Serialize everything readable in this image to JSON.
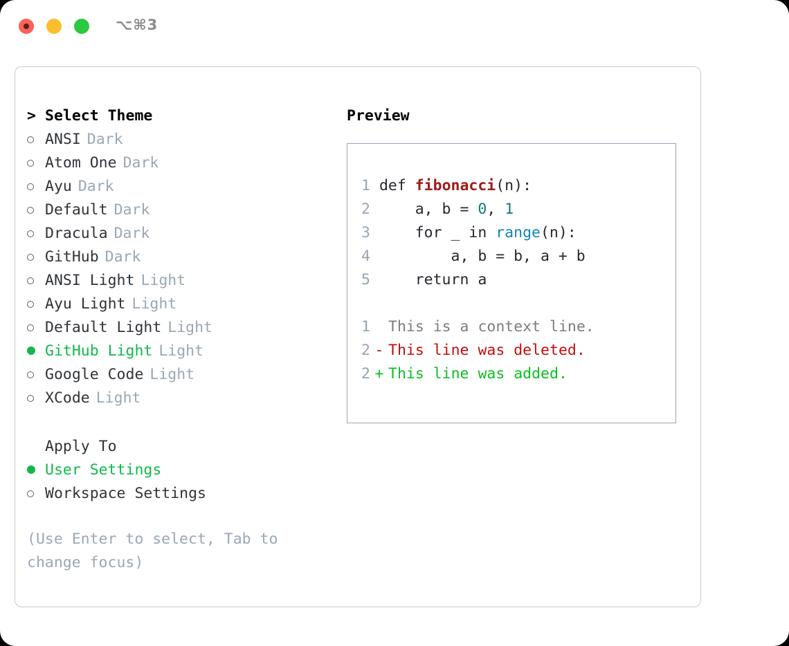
{
  "window": {
    "title_shortcut": "⌥⌘3",
    "traffic_lights": [
      "close",
      "minimize",
      "maximize"
    ]
  },
  "theme_list": {
    "header": "Select Theme",
    "caret": ">",
    "items": [
      {
        "name": "ANSI",
        "tag": "Dark",
        "selected": false
      },
      {
        "name": "Atom One",
        "tag": "Dark",
        "selected": false
      },
      {
        "name": "Ayu",
        "tag": "Dark",
        "selected": false
      },
      {
        "name": "Default",
        "tag": "Dark",
        "selected": false
      },
      {
        "name": "Dracula",
        "tag": "Dark",
        "selected": false
      },
      {
        "name": "GitHub",
        "tag": "Dark",
        "selected": false
      },
      {
        "name": "ANSI Light",
        "tag": "Light",
        "selected": false
      },
      {
        "name": "Ayu Light",
        "tag": "Light",
        "selected": false
      },
      {
        "name": "Default Light",
        "tag": "Light",
        "selected": false
      },
      {
        "name": "GitHub Light",
        "tag": "Light",
        "selected": true
      },
      {
        "name": "Google Code",
        "tag": "Light",
        "selected": false
      },
      {
        "name": "XCode",
        "tag": "Light",
        "selected": false
      }
    ]
  },
  "apply_to": {
    "header": "Apply To",
    "options": [
      {
        "label": "User Settings",
        "selected": true
      },
      {
        "label": "Workspace Settings",
        "selected": false
      }
    ]
  },
  "hint": "(Use Enter to select, Tab to change focus)",
  "preview": {
    "title": "Preview",
    "code_lines": [
      {
        "num": "1",
        "tokens": [
          {
            "t": "def ",
            "c": "plain"
          },
          {
            "t": "fibonacci",
            "c": "fn"
          },
          {
            "t": "(n):",
            "c": "plain"
          }
        ]
      },
      {
        "num": "2",
        "tokens": [
          {
            "t": "    a, b = ",
            "c": "plain"
          },
          {
            "t": "0",
            "c": "num"
          },
          {
            "t": ", ",
            "c": "plain"
          },
          {
            "t": "1",
            "c": "num"
          }
        ]
      },
      {
        "num": "3",
        "tokens": [
          {
            "t": "    for _ in ",
            "c": "plain"
          },
          {
            "t": "range",
            "c": "kw"
          },
          {
            "t": "(n):",
            "c": "plain"
          }
        ]
      },
      {
        "num": "4",
        "tokens": [
          {
            "t": "        a, b = b, a + b",
            "c": "plain"
          }
        ]
      },
      {
        "num": "5",
        "tokens": [
          {
            "t": "    return a",
            "c": "plain"
          }
        ]
      }
    ],
    "diff_lines": [
      {
        "num": "1",
        "mark": " ",
        "text": "This is a context line.",
        "kind": "ctx"
      },
      {
        "num": "2",
        "mark": "-",
        "text": "This line was deleted.",
        "kind": "del"
      },
      {
        "num": "2",
        "mark": "+",
        "text": "This line was added.",
        "kind": "add"
      }
    ]
  },
  "colors": {
    "accent_green": "#10b84a",
    "tag_grey": "#9aa7b5",
    "panel_border": "#c3cbd6",
    "preview_border": "#97a5b3",
    "diff_add": "#0bbf23",
    "diff_del": "#c40d0d",
    "syntax_function": "#9c1b17",
    "syntax_number": "#0f7a6e",
    "syntax_keyword": "#1184b8"
  }
}
